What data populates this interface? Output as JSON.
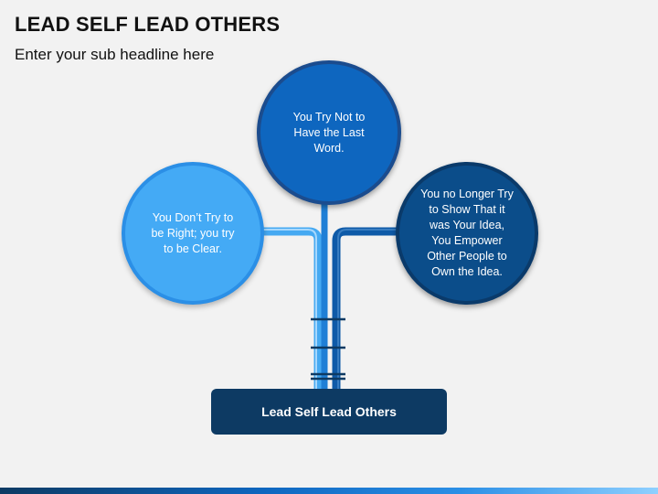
{
  "title": "LEAD SELF LEAD OTHERS",
  "subtitle": "Enter your sub headline here",
  "nodes": {
    "top": [
      "You Try Not to",
      "Have the Last",
      "Word."
    ],
    "left": [
      "You Don’t Try to",
      "be Right; you try",
      "to be Clear."
    ],
    "right": [
      "You no Longer Try",
      "to Show That it",
      "was Your Idea,",
      "You Empower",
      "Other People to",
      "Own the Idea."
    ]
  },
  "base_label": "Lead Self Lead Others",
  "colors": {
    "top_circle": "#0e66bf",
    "left_circle": "#44aaf5",
    "right_circle": "#0b4d8a",
    "base_box": "#0d3a63"
  }
}
